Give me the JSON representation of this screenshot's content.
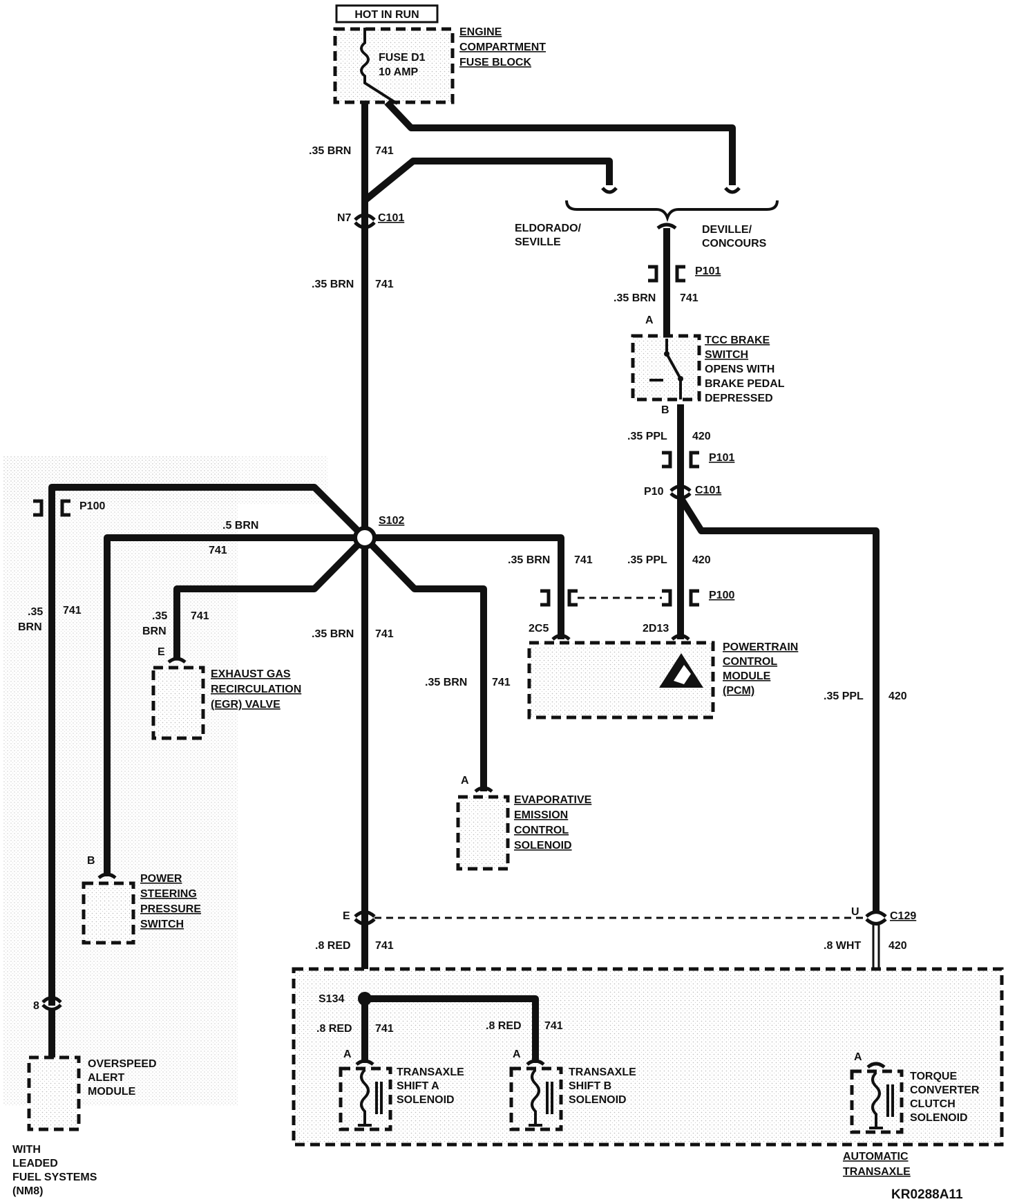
{
  "header": {
    "hot_in_run": "HOT IN RUN",
    "fuse": "FUSE D1",
    "fuse_amp": "10 AMP",
    "fuse_block_1": "ENGINE",
    "fuse_block_2": "COMPARTMENT",
    "fuse_block_3": "FUSE BLOCK"
  },
  "branch": {
    "eldorado_1": "ELDORADO/",
    "eldorado_2": "SEVILLE",
    "deville_1": "DEVILLE/",
    "deville_2": "CONCOURS"
  },
  "wires": {
    "brn35": ".35 BRN",
    "brn5": ".5 BRN",
    "brn": "BRN",
    "dot35": ".35",
    "w741": "741",
    "ppl35": ".35 PPL",
    "w420": "420",
    "red8": ".8 RED",
    "red8b": ".8  RED",
    "wht8": ".8 WHT"
  },
  "connectors": {
    "n7": "N7",
    "c101": "C101",
    "p101": "P101",
    "p100": "P100",
    "p10": "P10",
    "s102": "S102",
    "s134": "S134",
    "c129": "C129",
    "pin_e": "E",
    "pin_u": "U",
    "pin_a": "A",
    "pin_b": "B",
    "pin_8": "8",
    "c2c5": "2C5",
    "c2d13": "2D13"
  },
  "components": {
    "tcc_1": "TCC BRAKE",
    "tcc_2": "SWITCH",
    "tcc_3": "OPENS WITH",
    "tcc_4": "BRAKE PEDAL",
    "tcc_5": "DEPRESSED",
    "pcm_1": "POWERTRAIN",
    "pcm_2": "CONTROL",
    "pcm_3": "MODULE",
    "pcm_4": "(PCM)",
    "egr_1": "EXHAUST GAS",
    "egr_2": "RECIRCULATION",
    "egr_3": "(EGR) VALVE",
    "evap_1": "EVAPORATIVE",
    "evap_2": "EMISSION",
    "evap_3": "CONTROL",
    "evap_4": "SOLENOID",
    "ps_1": "POWER",
    "ps_2": "STEERING",
    "ps_3": "PRESSURE",
    "ps_4": "SWITCH",
    "osa_1": "OVERSPEED",
    "osa_2": "ALERT",
    "osa_3": "MODULE",
    "leaded_1": "WITH",
    "leaded_2": "LEADED",
    "leaded_3": "FUEL SYSTEMS",
    "leaded_4": "(NM8)",
    "sa_1": "TRANSAXLE",
    "sa_2": "SHIFT A",
    "sa_3": "SOLENOID",
    "sb_1": "TRANSAXLE",
    "sb_2": "SHIFT B",
    "sb_3": "SOLENOID",
    "tcc_sol_1": "TORQUE",
    "tcc_sol_2": "CONVERTER",
    "tcc_sol_3": "CLUTCH",
    "tcc_sol_4": "SOLENOID",
    "auto_1": "AUTOMATIC",
    "auto_2": "TRANSAXLE"
  },
  "footer": {
    "code": "KR0288A11"
  }
}
